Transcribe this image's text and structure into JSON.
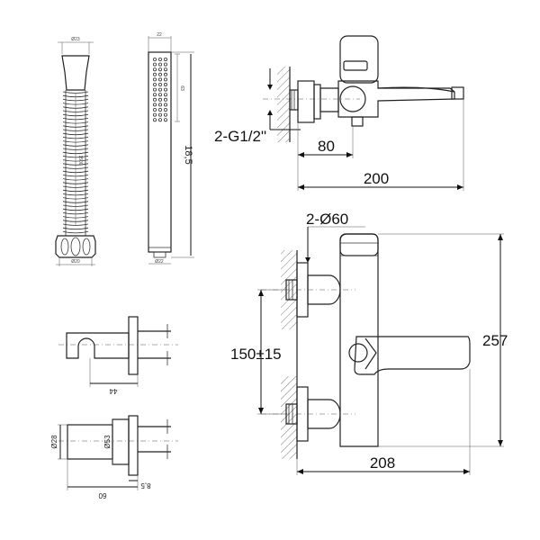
{
  "views": {
    "hose": {
      "top_label": "Ø23",
      "length_label": "1500",
      "bottom_label": "Ø20"
    },
    "hand_shower": {
      "top_label": "22",
      "upper_label": "63",
      "length_label": "18,5",
      "bottom_label": "Ø22"
    },
    "holder_side": {
      "width_label": "44"
    },
    "holder_front": {
      "inner_dia_label": "Ø28",
      "outer_dia_label": "Ø53",
      "depth_label": "60",
      "thickness_label": "8,5"
    },
    "mixer_top": {
      "thread_label": "2-G1/2\"",
      "spout_offset_label": "80",
      "total_length_label": "200"
    },
    "mixer_front": {
      "flange_label": "2-Ø60",
      "centres_label": "150±15",
      "height_label": "257",
      "width_label": "208"
    }
  }
}
